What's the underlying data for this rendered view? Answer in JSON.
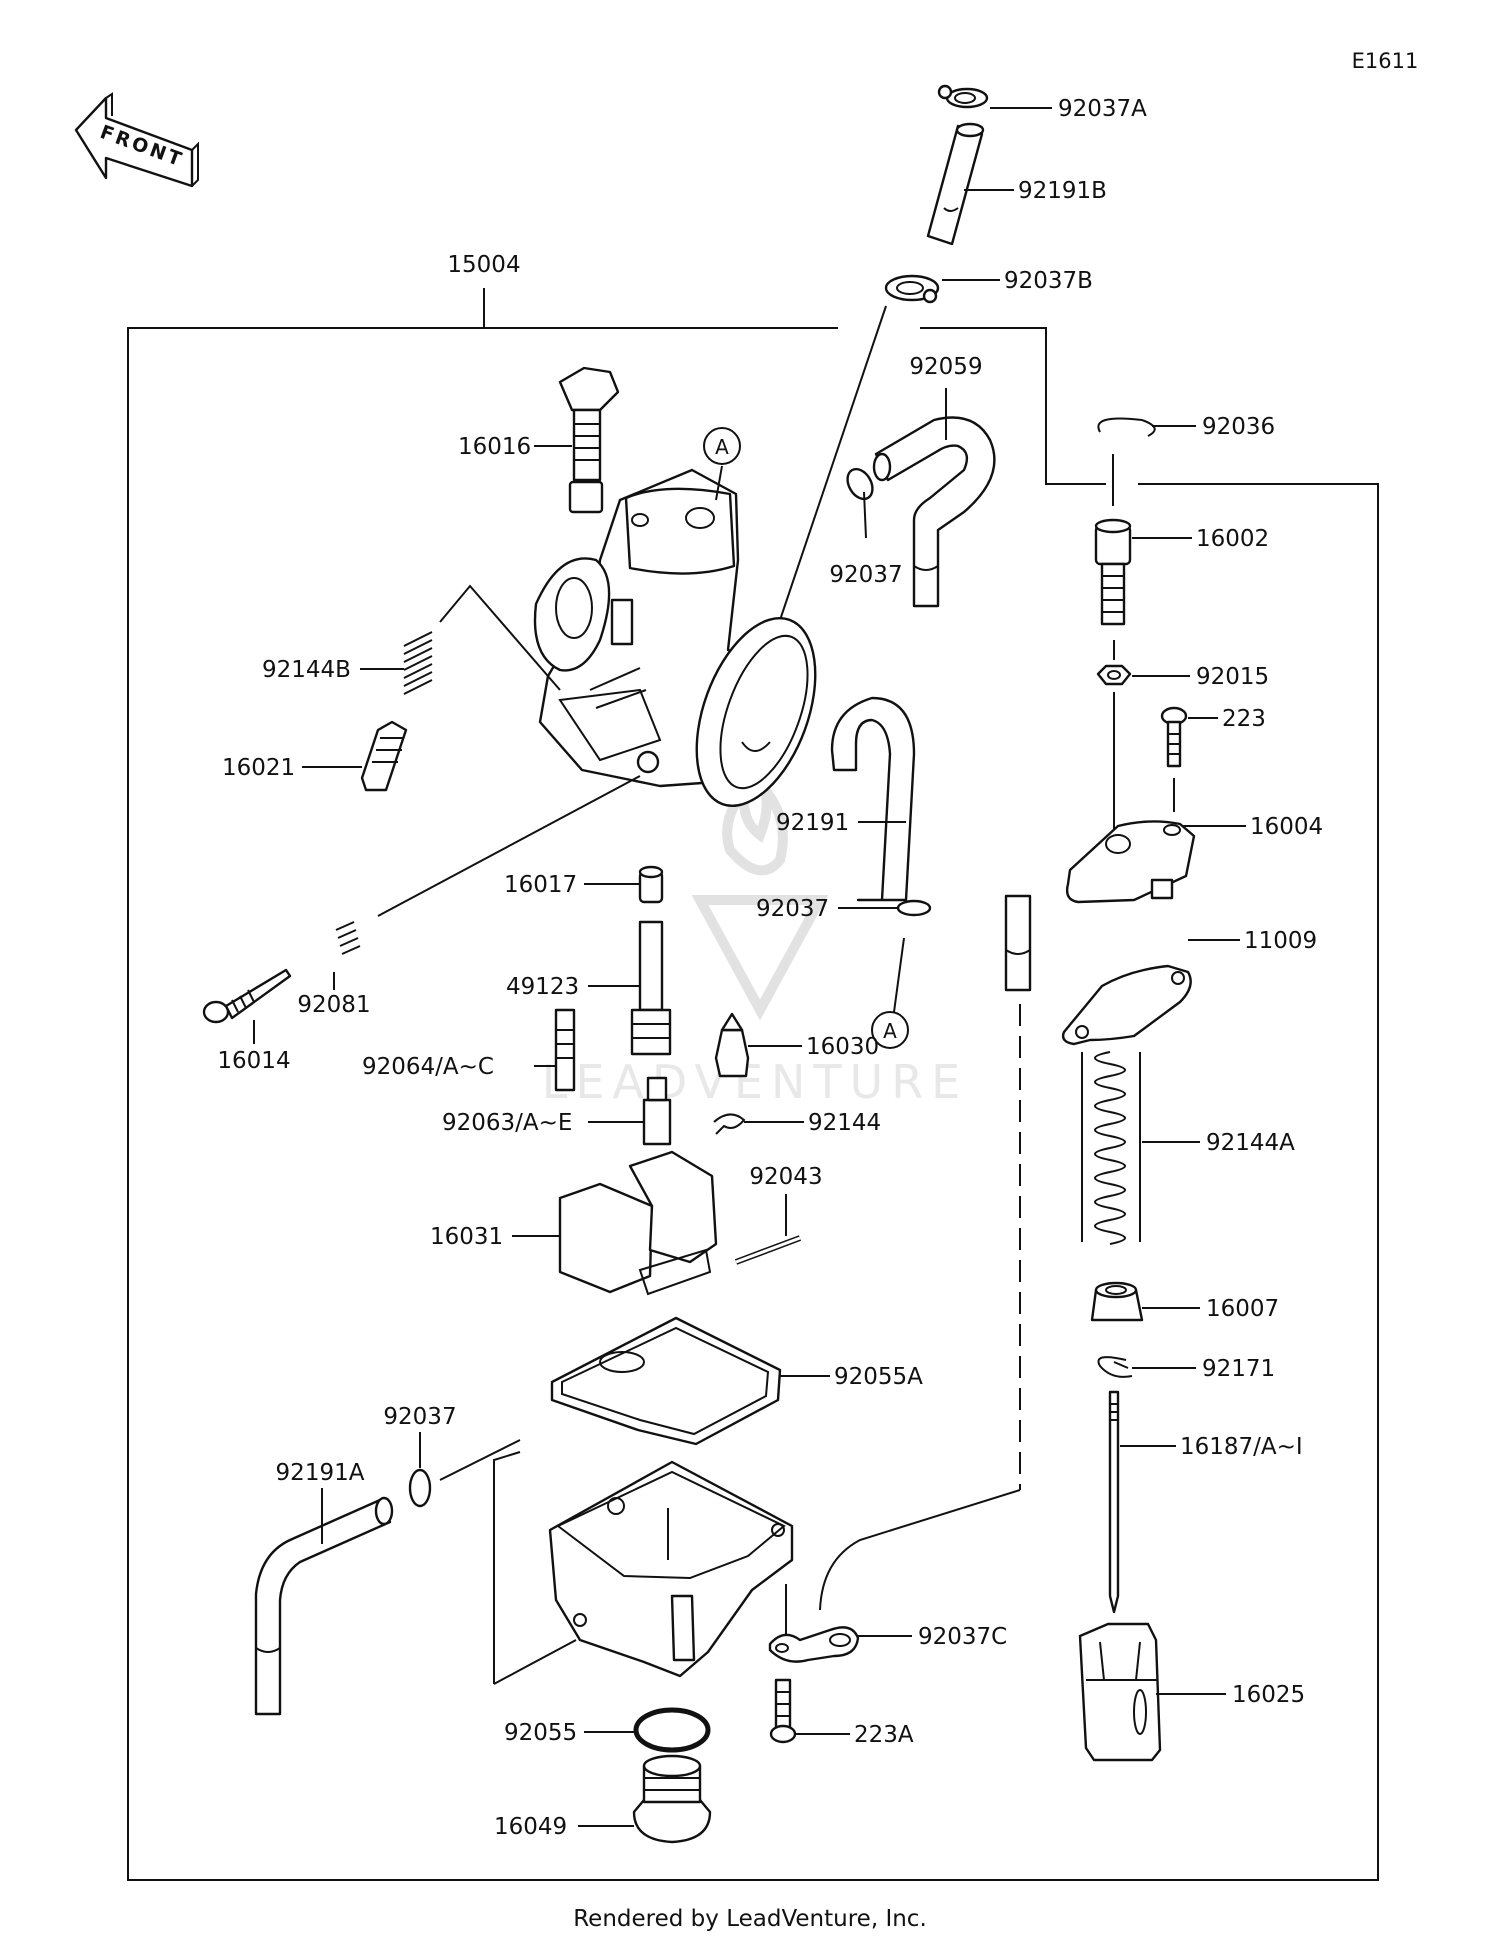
{
  "diagram": {
    "code": "E1611",
    "direction_label": "FRONT",
    "footer": "Rendered by LeadVenture, Inc.",
    "watermark": "LEADVENTURE",
    "callouts": {
      "c92037A": "92037A",
      "c92191B": "92191B",
      "c92037B": "92037B",
      "c15004": "15004",
      "c92059": "92059",
      "c92036": "92036",
      "c16016": "16016",
      "c92037_top": "92037",
      "c16002": "16002",
      "c92144B": "92144B",
      "c92015": "92015",
      "c223": "223",
      "c16021": "16021",
      "c92191": "92191",
      "c16004": "16004",
      "c16017": "16017",
      "c92037_mid": "92037",
      "c49123": "49123",
      "c11009": "11009",
      "c92081": "92081",
      "c16014": "16014",
      "c16030": "16030",
      "c92064": "92064/A~C",
      "c92063": "92063/A~E",
      "c92144": "92144",
      "c92144A": "92144A",
      "c92043": "92043",
      "c16031": "16031",
      "c16007": "16007",
      "c92055A": "92055A",
      "c92171": "92171",
      "c92037_low": "92037",
      "c92191A": "92191A",
      "c16187": "16187/A~I",
      "c92037C": "92037C",
      "c16025": "16025",
      "c92055": "92055",
      "c223A": "223A",
      "c16049": "16049"
    },
    "ref_markers": {
      "top": "A",
      "mid": "A"
    }
  }
}
